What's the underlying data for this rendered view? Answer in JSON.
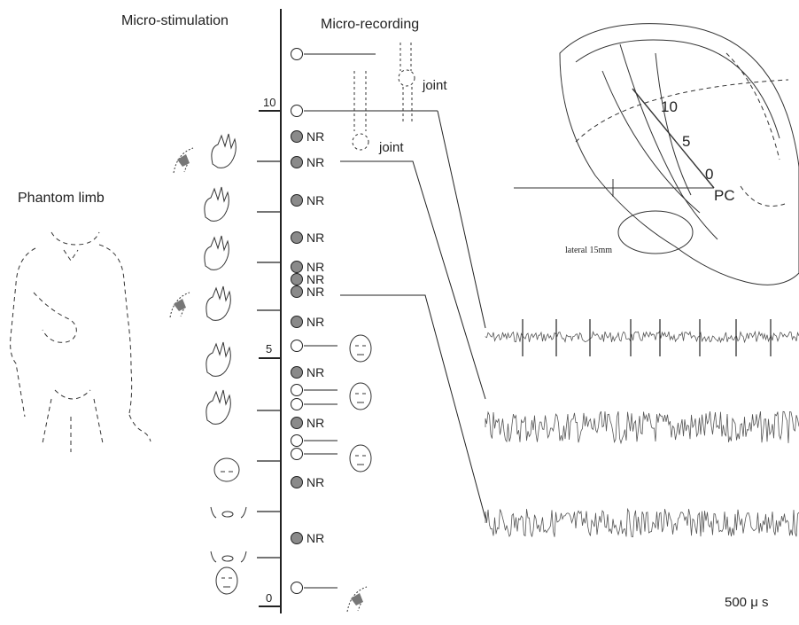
{
  "headings": {
    "stimulation": "Micro-stimulation",
    "recording": "Micro-recording",
    "phantom": "Phantom limb"
  },
  "depth_scale": {
    "ticks": [
      {
        "label": "10",
        "depth": 10
      },
      {
        "label": "5",
        "depth": 5
      },
      {
        "label": "0",
        "depth": 0
      }
    ]
  },
  "recording_sites": {
    "nr_label": "NR",
    "joint_label": "joint",
    "sites": [
      {
        "type": "open"
      },
      {
        "type": "open"
      },
      {
        "type": "filled",
        "label": "NR"
      },
      {
        "type": "filled",
        "label": "NR"
      },
      {
        "type": "filled",
        "label": "NR"
      },
      {
        "type": "filled",
        "label": "NR"
      },
      {
        "type": "filled",
        "label": "NR"
      },
      {
        "type": "filled",
        "label": "NR"
      },
      {
        "type": "filled",
        "label": "NR"
      },
      {
        "type": "filled",
        "label": "NR"
      },
      {
        "type": "open"
      },
      {
        "type": "filled",
        "label": "NR"
      },
      {
        "type": "open"
      },
      {
        "type": "open"
      },
      {
        "type": "filled",
        "label": "NR"
      },
      {
        "type": "open"
      },
      {
        "type": "open"
      },
      {
        "type": "filled",
        "label": "NR"
      },
      {
        "type": "filled",
        "label": "NR"
      },
      {
        "type": "open"
      }
    ]
  },
  "brain_map": {
    "ticks": [
      "10",
      "5",
      "0"
    ],
    "landmark": "PC",
    "caption": "lateral 15mm"
  },
  "traces": {
    "count": 3,
    "scale_label": "500 μ s"
  },
  "colors": {
    "ink": "#222222",
    "filled_site": "#8a8a8a",
    "trace": "#555555"
  }
}
